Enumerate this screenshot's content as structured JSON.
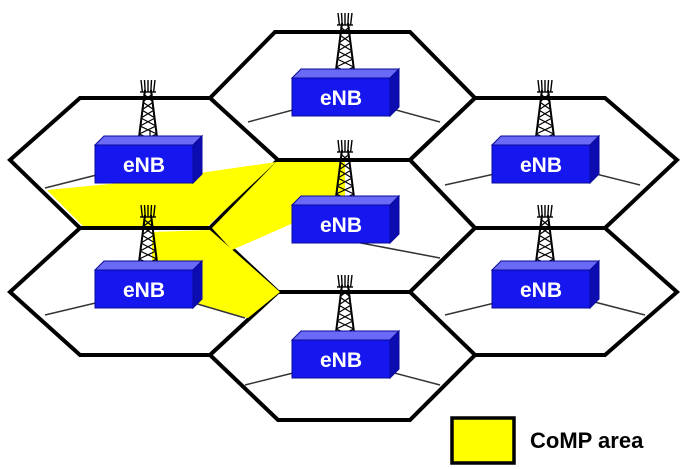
{
  "colors": {
    "comp_area": "#ffff00",
    "enb_box": "#1616ee",
    "cell_border": "#000000"
  },
  "nodes": [
    {
      "id": "top-center",
      "label": "eNB"
    },
    {
      "id": "upper-left",
      "label": "eNB"
    },
    {
      "id": "center",
      "label": "eNB"
    },
    {
      "id": "upper-right",
      "label": "eNB"
    },
    {
      "id": "lower-left",
      "label": "eNB"
    },
    {
      "id": "lower-right",
      "label": "eNB"
    },
    {
      "id": "bottom-center",
      "label": "eNB"
    }
  ],
  "legend": {
    "label": "CoMP area",
    "icon": "yellow-square"
  }
}
